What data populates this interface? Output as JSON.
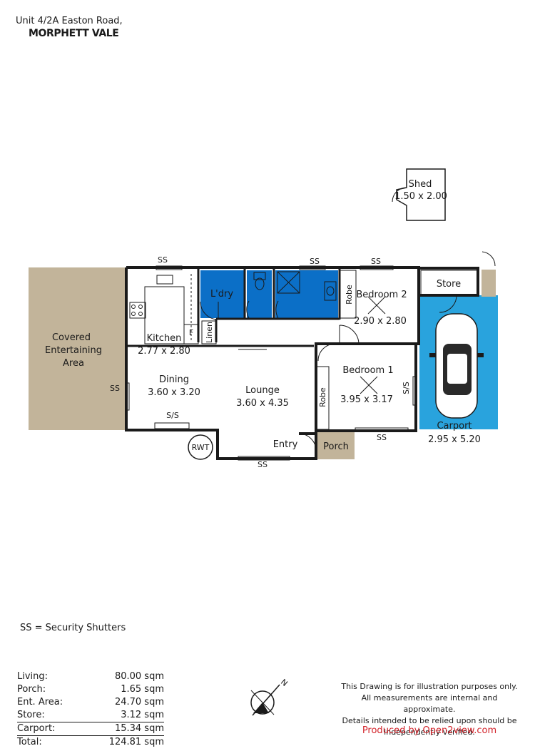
{
  "address": {
    "line1": "Unit 4/2A Easton Road,",
    "line2": "MORPHETT VALE"
  },
  "rooms": {
    "covered_area": [
      "Covered",
      "Entertaining",
      "Area"
    ],
    "kitchen": {
      "name": "Kitchen",
      "dims": "2.77 x 2.80"
    },
    "laundry": "L'dry",
    "linen": "Linen",
    "fridge": "F",
    "dining": {
      "name": "Dining",
      "dims": "3.60 x 3.20"
    },
    "lounge": {
      "name": "Lounge",
      "dims": "3.60 x 4.35"
    },
    "bedroom2": {
      "name": "Bedroom 2",
      "dims": "2.90 x 2.80"
    },
    "bedroom1": {
      "name": "Bedroom 1",
      "dims": "3.95 x 3.17"
    },
    "robe": "Robe",
    "entry": "Entry",
    "porch": "Porch",
    "store": "Store",
    "carport": {
      "name": "Carport",
      "dims": "2.95 x 5.20"
    },
    "shed": {
      "name": "Shed",
      "dims": "1.50 x 2.00"
    },
    "rwt": "RWT"
  },
  "markers": {
    "ss": "SS",
    "sliding": "S/S"
  },
  "compass": {
    "north": "N"
  },
  "legend": "SS = Security Shutters",
  "areas": [
    {
      "label": "Living:",
      "value": "80.00 sqm"
    },
    {
      "label": "Porch:",
      "value": "1.65 sqm"
    },
    {
      "label": "Ent. Area:",
      "value": "24.70 sqm"
    },
    {
      "label": "Store:",
      "value": "3.12 sqm"
    },
    {
      "label": "Carport:",
      "value": "15.34 sqm"
    },
    {
      "label": "Total:",
      "value": "124.81 sqm"
    }
  ],
  "disclaimer": [
    "This Drawing is for illustration purposes only.",
    "All measurements are internal and  approximate.",
    "Details intended to be relied upon should be",
    "independently verified."
  ],
  "producer": "Produced by Open2view.com",
  "colors": {
    "wet_area": "#0b6fc7",
    "carport": "#29a3dd",
    "paving": "#c2b49a",
    "wall": "#1a1a1a"
  }
}
